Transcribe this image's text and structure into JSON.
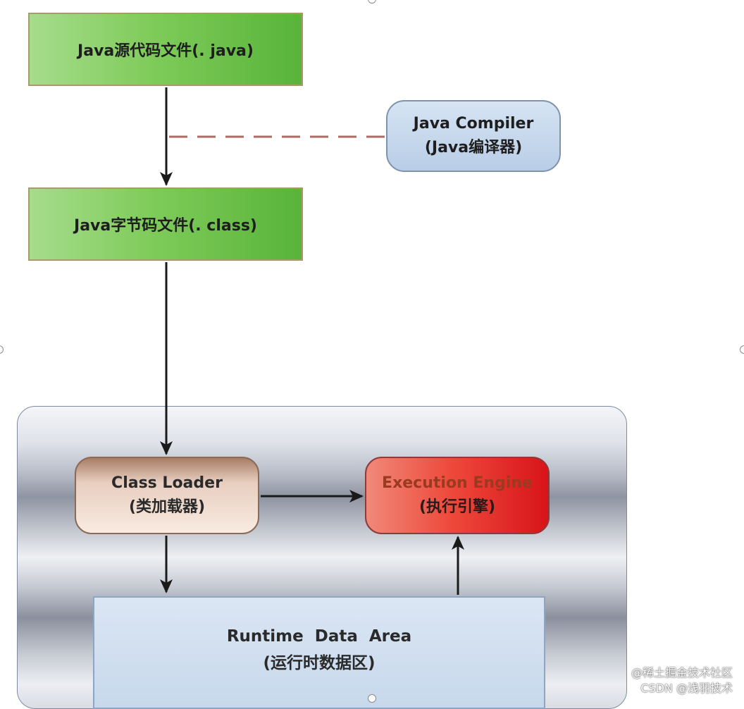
{
  "diagram": {
    "source_file": "Java源代码文件(. java)",
    "compiler": {
      "line1": "Java Compiler",
      "line2": "(Java编译器)"
    },
    "bytecode_file": "Java字节码文件(. class)",
    "class_loader": {
      "line1": "Class Loader",
      "line2": "(类加载器)"
    },
    "execution_engine": {
      "line1": "Execution Engine",
      "line2": "(执行引擎)"
    },
    "runtime_data_area": {
      "line1": "Runtime  Data  Area",
      "line2": "(运行时数据区)"
    }
  },
  "watermark": {
    "line1": "@稀土掘金技术社区",
    "line2": "CSDN @浅羽技术"
  },
  "colors": {
    "green_box": "#7fcb5a",
    "compiler_box": "#c7d8ec",
    "class_loader_box": "#f3dccf",
    "execution_engine_box": "#e6252a",
    "runtime_box": "#cfdef0",
    "arrow": "#1a1a1a",
    "dashed_line": "#b06a62"
  }
}
